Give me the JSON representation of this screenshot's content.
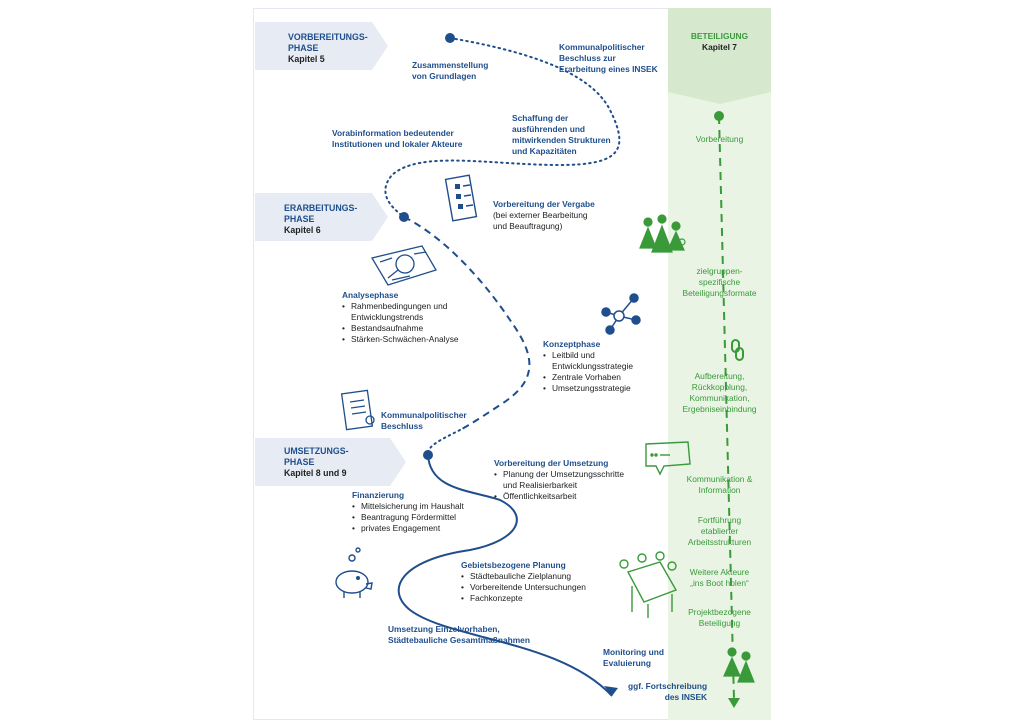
{
  "colors": {
    "blue": "#1f4e8c",
    "green": "#3a9a3a",
    "green_band": "#e9f4e5",
    "phase_bg": "#e7ecf4"
  },
  "phases": {
    "vorbereitung": {
      "title": "VORBEREITUNGS-\nPHASE",
      "chapter": "Kapitel 5"
    },
    "erarbeitung": {
      "title": "ERARBEITUNGS-\nPHASE",
      "chapter": "Kapitel 6"
    },
    "umsetzung": {
      "title": "UMSETZUNGS-\nPHASE",
      "chapter": "Kapitel 8 und 9"
    }
  },
  "beteiligung": {
    "title": "BETEILIGUNG",
    "chapter": "Kapitel 7"
  },
  "steps": {
    "zusammenstellung": "Zusammenstellung\nvon Grundlagen",
    "beschluss_insek": "Kommunalpolitischer\nBeschluss zur\nErarbeitung eines INSEK",
    "schaffung": "Schaffung der\nausführenden und\nmitwirkenden Strukturen\nund Kapazitäten",
    "vorabinformation": "Vorabinformation bedeutender\nInstitutionen und lokaler Akteure",
    "vergabe_title": "Vorbereitung der Vergabe",
    "vergabe_text": "(bei externer Bearbeitung\nund Beauftragung)",
    "analyse_title": "Analysephase",
    "analyse_items": [
      "Rahmenbedingungen und\nEntwicklungstrends",
      "Bestandsaufnahme",
      "Stärken-Schwächen-Analyse"
    ],
    "konzept_title": "Konzeptphase",
    "konzept_items": [
      "Leitbild und\nEntwicklungsstrategie",
      "Zentrale Vorhaben",
      "Umsetzungsstrategie"
    ],
    "beschluss": "Kommunalpolitischer\nBeschluss",
    "vorb_umsetzung_title": "Vorbereitung der Umsetzung",
    "vorb_umsetzung_items": [
      "Planung der Umsetzungsschritte\nund Realisierbarkeit",
      "Öffentlichkeitsarbeit"
    ],
    "finanzierung_title": "Finanzierung",
    "finanzierung_items": [
      "Mittelsicherung im Haushalt",
      "Beantragung Fördermittel",
      "privates Engagement"
    ],
    "gebiet_title": "Gebietsbezogene Planung",
    "gebiet_items": [
      "Städtebauliche Zielplanung",
      "Vorbereitende Untersuchungen",
      "Fachkonzepte"
    ],
    "einzelvorhaben": "Umsetzung Einzelvorhaben,\nStädtebauliche Gesamtmaßnahmen",
    "monitoring": "Monitoring und\nEvaluierung",
    "fortschreibung": "ggf. Fortschreibung\ndes INSEK"
  },
  "green_steps": {
    "vorbereitung": "Vorbereitung",
    "formate": "zielgruppen-\nspezifische\nBeteiligungsformate",
    "aufbereitung": "Aufbereitung,\nRückkopplung,\nKommunikation,\nErgebniseinbindung",
    "kommunikation": "Kommunikation &\nInformation",
    "fortfuehrung": "Fortführung\netablierter\nArbeitsstrukturen",
    "akteure": "Weitere Akteure\n„ins Boot holen“",
    "projekt": "Projektbezogene\nBeteiligung"
  },
  "icons": [
    "checklist-icon",
    "magnifier-map-icon",
    "network-icon",
    "document-icon",
    "piggy-bank-icon",
    "people-group-icon",
    "chain-link-icon",
    "speech-board-icon",
    "table-meeting-icon",
    "people-icon"
  ]
}
